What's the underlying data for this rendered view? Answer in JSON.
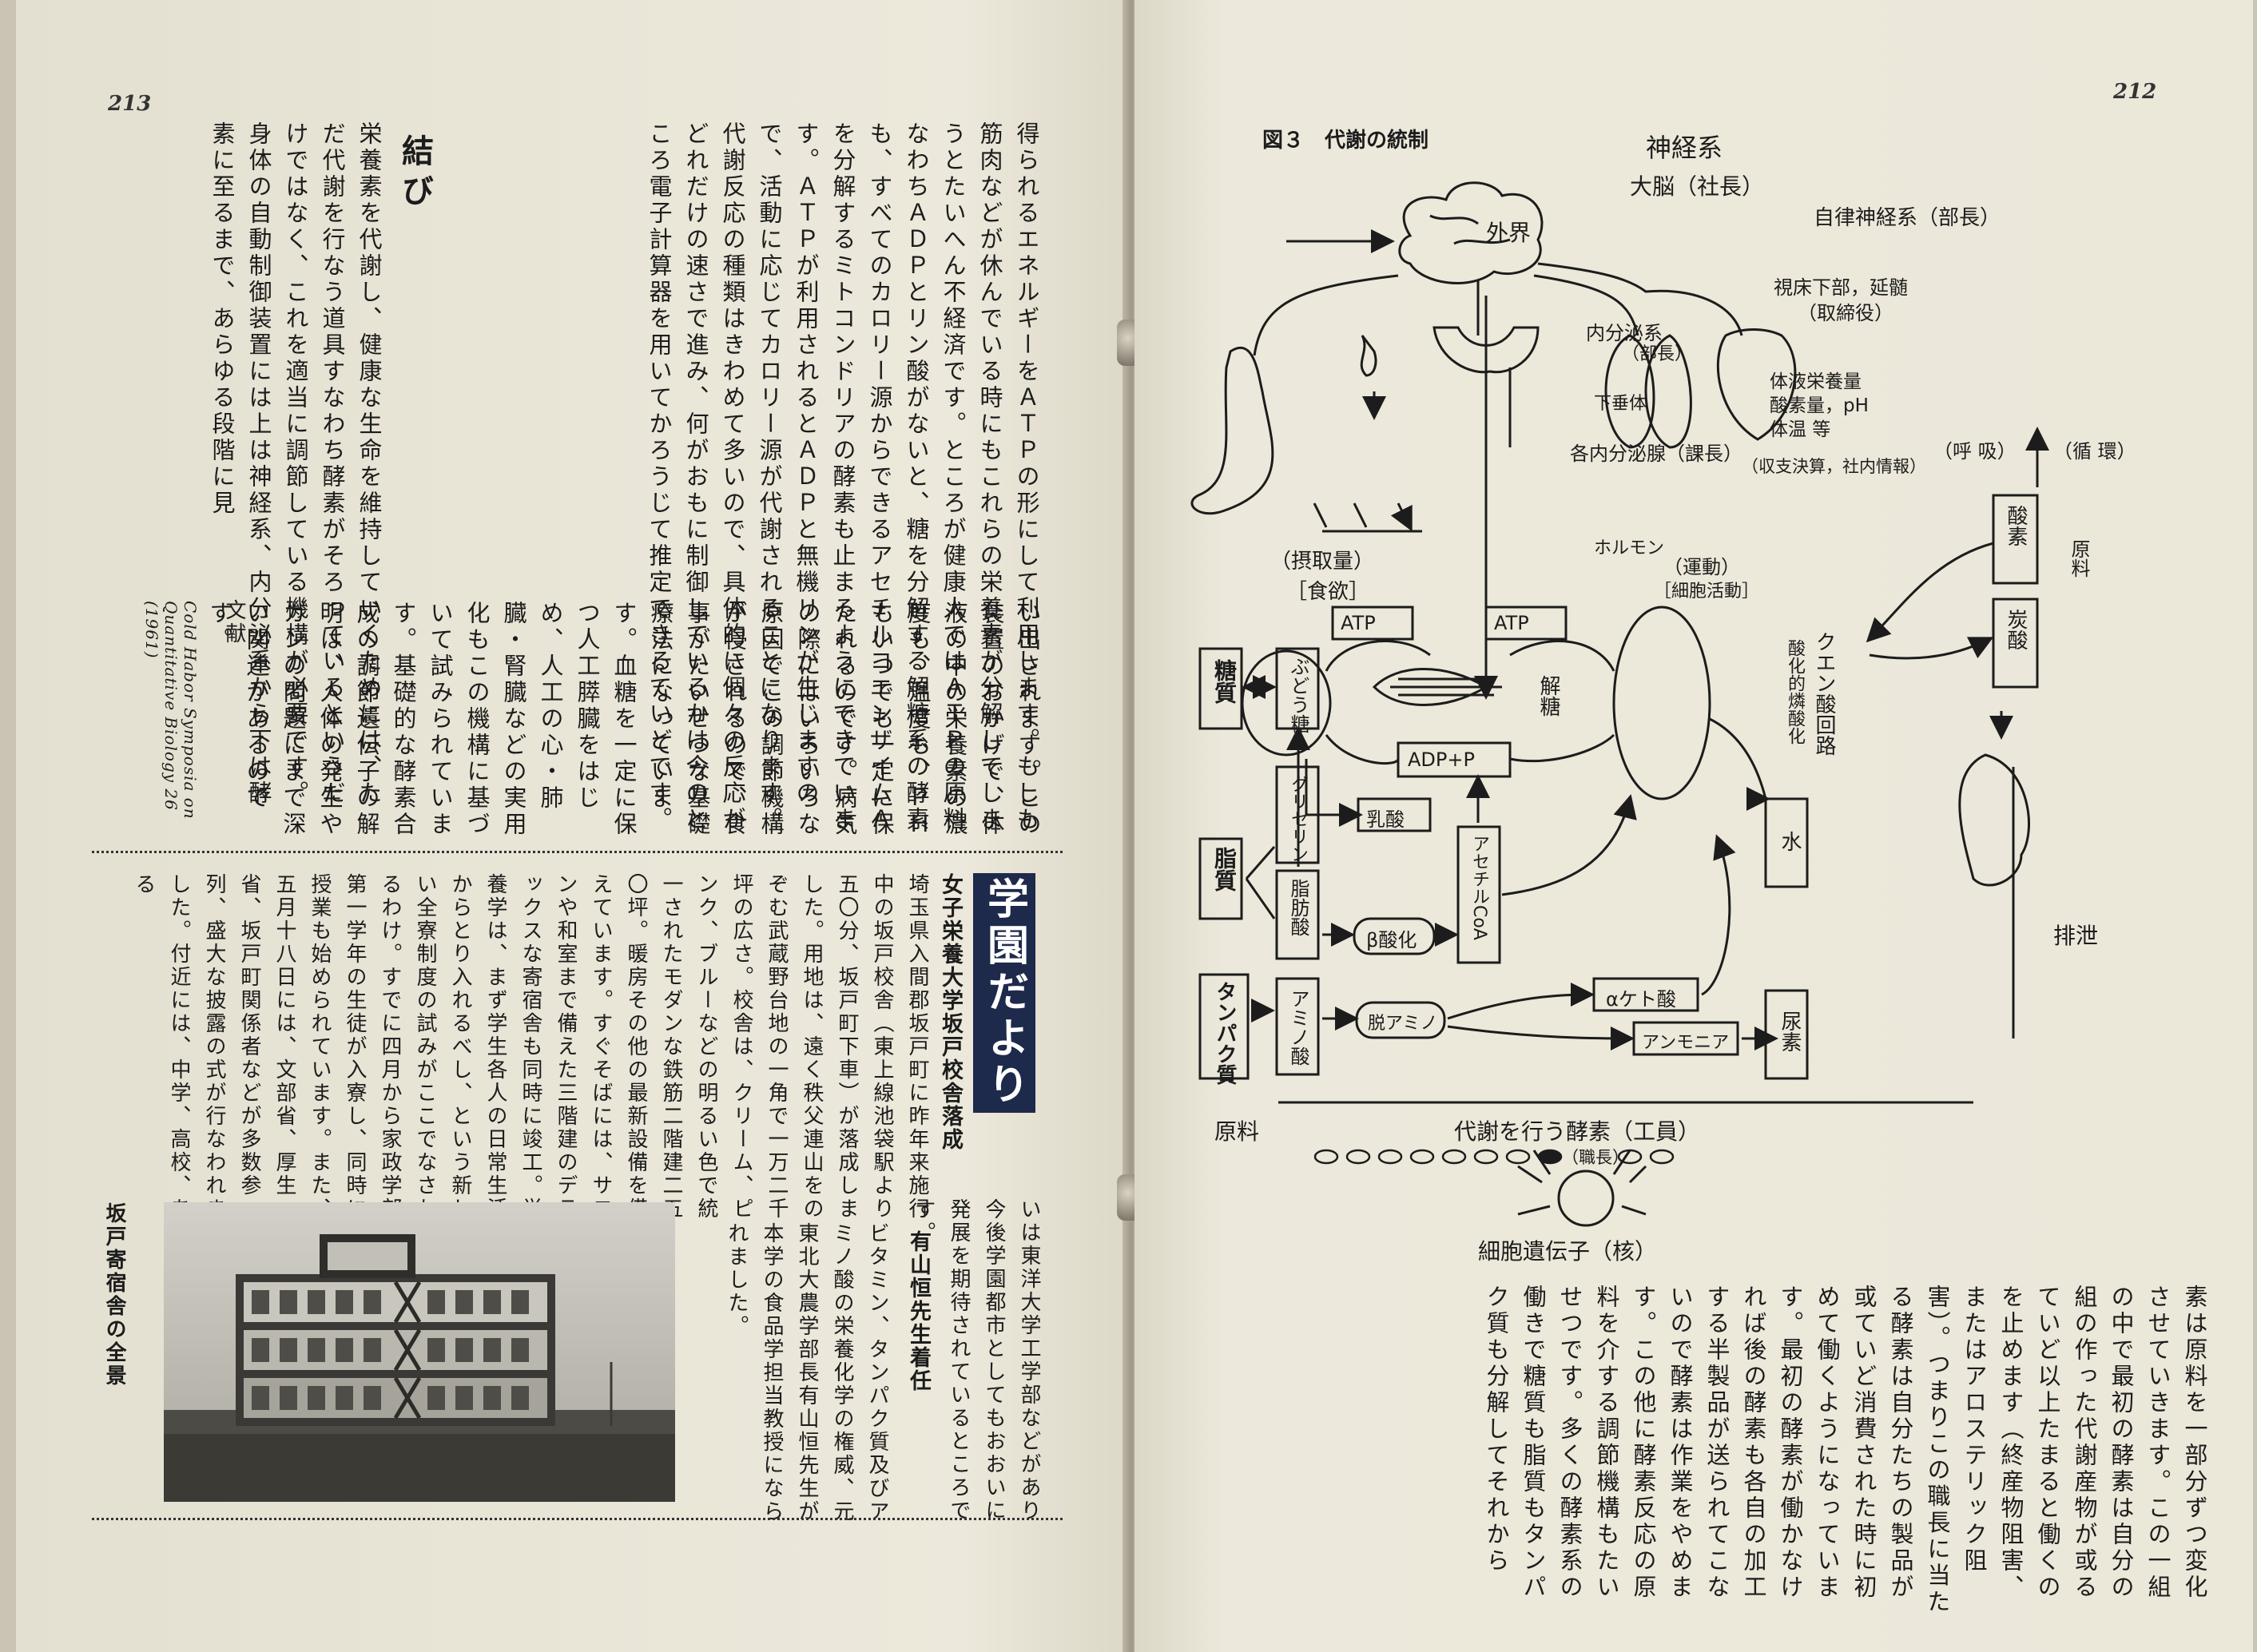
{
  "left_page": {
    "page_number": "213",
    "article_cols": [
      "得られるエネルギーをＡＴＰの形にして利用します。もしも筋肉などが休んでいる時にもこれらの栄養素が分解してしまうとたいへん不経済です。ところが健康人ではＡＴＰの原料なわちＡＤＰとリン酸がないと、糖を分解する解糖系の酵素も、すべてのカロリー源からできるアセチルコエンザイムＡを分解するミトコンドリアの酵素も止まるようにできています。ＡＴＰが利用されるとＡＤＰと無機リンが生じますので、活動に応じてカロリー源が代謝されることになります。代謝反応の種類はきわめて多いので、具体的に個々の反応がどれだけの速さで進み、何がおもに制御しているかは今のところ電子計算器を用いてかろうじて推定できるていどです。",
      "い出されます。この装置のおかげで、体液の中の栄養素の濃度も、温度も、ＰＨもいつでも一定に保たれるのです。病気の際にはいろいろな原因でこの調節機構が侵されるので、食事がたいせつな基礎療法になっています。血糖を一定に保つ人工膵臓をはじめ、人工の心・肺臓・腎臓などの実用化もこの機構に基づいて試みられています。基礎的な酵素合成の調節遺伝子の解明は、人体の発生やガンの問題にまで深い関連があるのです。"
    ],
    "conclusion_heading": "結び",
    "conclusion_text": "栄養素を代謝し、健康な生命を維持していくためには、ただ代謝を行なう道具すなわち酵素がそろっているというだけではなく、これを適当に調節している機構が必要です。身体の自動制御装置には上は神経系、内分泌系から下は酵素に至るまで、あらゆる段階に見",
    "references_label": "文献",
    "reference_text": "Cold Habor Symposia on Quantitative Biology 26 (1961)",
    "school_news": {
      "banner": "学園だより",
      "title": "女子栄養大学坂戸校舎落成",
      "body": "埼玉県入間郡坂戸町に昨年来施行中の坂戸校舎（東上線池袋駅より五〇分、坂戸町下車）が落成しました。用地は、遠く秩父連山をのぞむ武蔵野台地の一角で一万二千坪の広さ。校舎は、クリーム、ピンク、ブルーなどの明るい色で統一されたモダンな鉄筋二階建二五〇坪。暖房その他の最新設備を備えています。すぐそばには、サロンや和室まで備えた三階建のデラックスな寄宿舎も同時に竣工。栄養学は、まず学生各人の日常生活からとり入れるべし、という新しい全寮制度の試みがここでなされるわけ。すでに四月から家政学部第一学年の生徒が入寮し、同時に授業も始められています。また、五月十八日には、文部省、厚生省、坂戸町関係者などが多数参列、盛大な披露の式が行なわれました。付近には、中学、高校、ある",
      "continued_text": "いは東洋大学工学部などがあり今後学園都市としてもおおいに発展を期待されているところです。",
      "prof_title": "有山恒先生着任",
      "prof_body": "ビタミン、タンパク質及びアミノ酸の栄養化学の権威、元東北大農学部長有山恒先生が本学の食品学担当教授になられました。"
    },
    "photo_caption": "坂戸寄宿舎の全景"
  },
  "right_page": {
    "page_number": "212",
    "figure_title": "図３　代謝の統制",
    "body_cols": [
      "素は原料を一部分ずつ変化させていきます。この一組の中で最初の酵素は自分の組の作った代謝産物が或るていど以上たまると働くのを止めます（終産物阻害、またはアロステリック阻害）。つまりこの職長に当たる酵素は自分たちの製品が或ていど消費された時に初めて働くようになっています。最初の酵素が働かなければ後の酵素も各自の加工する半製品が送られてこないので酵素は作業をやめます。この他に酵素反応の原料を介する調節機構もたいせつです。多くの酵素系の働きで糖質も脂質もタンパク質も分解してそれから"
    ],
    "diagram": {
      "nervous_system": "神経系",
      "brain": "大脳（社長）",
      "outside": "外界",
      "autonomic": "自律神経系（部長）",
      "hypothalamus": "視床下部，延髄",
      "hypo_role": "（取締役）",
      "endocrine": "内分泌系",
      "endocrine_role": "（部長）",
      "pituitary": "下垂体",
      "glands": "各内分泌腺（課長）",
      "hormone": "ホルモン",
      "body_fluid_1": "体液栄養量",
      "body_fluid_2": "酸素量，pH",
      "body_fluid_3": "体温 等",
      "balance": "（収支決算，社内情報）",
      "respiration": "（呼 吸）",
      "circulation": "（循 環）",
      "intake": "（摂取量）",
      "appetite": "［食欲］",
      "motion": "（運動）",
      "cell_activity": "［細胞活動］",
      "raw_material_top": "原料",
      "oxygen": "酸素",
      "co2": "炭酸",
      "atp1": "ATP",
      "atp2": "ATP",
      "adp": "ADP+P",
      "krebs": "クエン酸回路",
      "oxphos": "酸化的燐酸化",
      "carb": "糖質",
      "glucose": "ぶどう糖",
      "glycolysis": "解糖",
      "glycerin": "グリセリン",
      "lactic": "乳酸",
      "acetylcoa": "アセチルCoA",
      "fat": "脂質",
      "fatty_acid": "脂肪酸",
      "beta": "β酸化",
      "protein": "タンパク質",
      "amino": "アミノ酸",
      "deamination": "脱アミノ",
      "keto": "αケト酸",
      "ammonia": "アンモニア",
      "water": "水",
      "urea": "尿素",
      "excretion": "排泄",
      "raw_material_bottom": "原料",
      "enzymes": "代謝を行う酵素（工員）",
      "foreman": "（職長）",
      "gene": "細胞遺伝子（核）"
    }
  }
}
